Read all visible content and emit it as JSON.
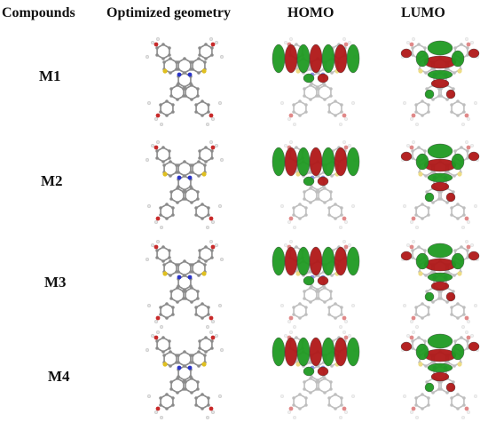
{
  "headers": [
    "Compounds",
    "Optimized geometry",
    "HOMO",
    "LUMO"
  ],
  "rows": [
    {
      "label": "M1"
    },
    {
      "label": "M2"
    },
    {
      "label": "M3"
    },
    {
      "label": "M4"
    }
  ],
  "colors": {
    "carbon": "#8a8a8a",
    "hydrogen": "#e4e4e4",
    "sulfur": "#e0c020",
    "nitrogen": "#2a34c8",
    "oxygen": "#c82a2a",
    "orbital_positive": "#b01818",
    "orbital_negative": "#1f9a22"
  },
  "icons": [
    "molecule-geometry-icon",
    "homo-orbital-icon",
    "lumo-orbital-icon"
  ]
}
